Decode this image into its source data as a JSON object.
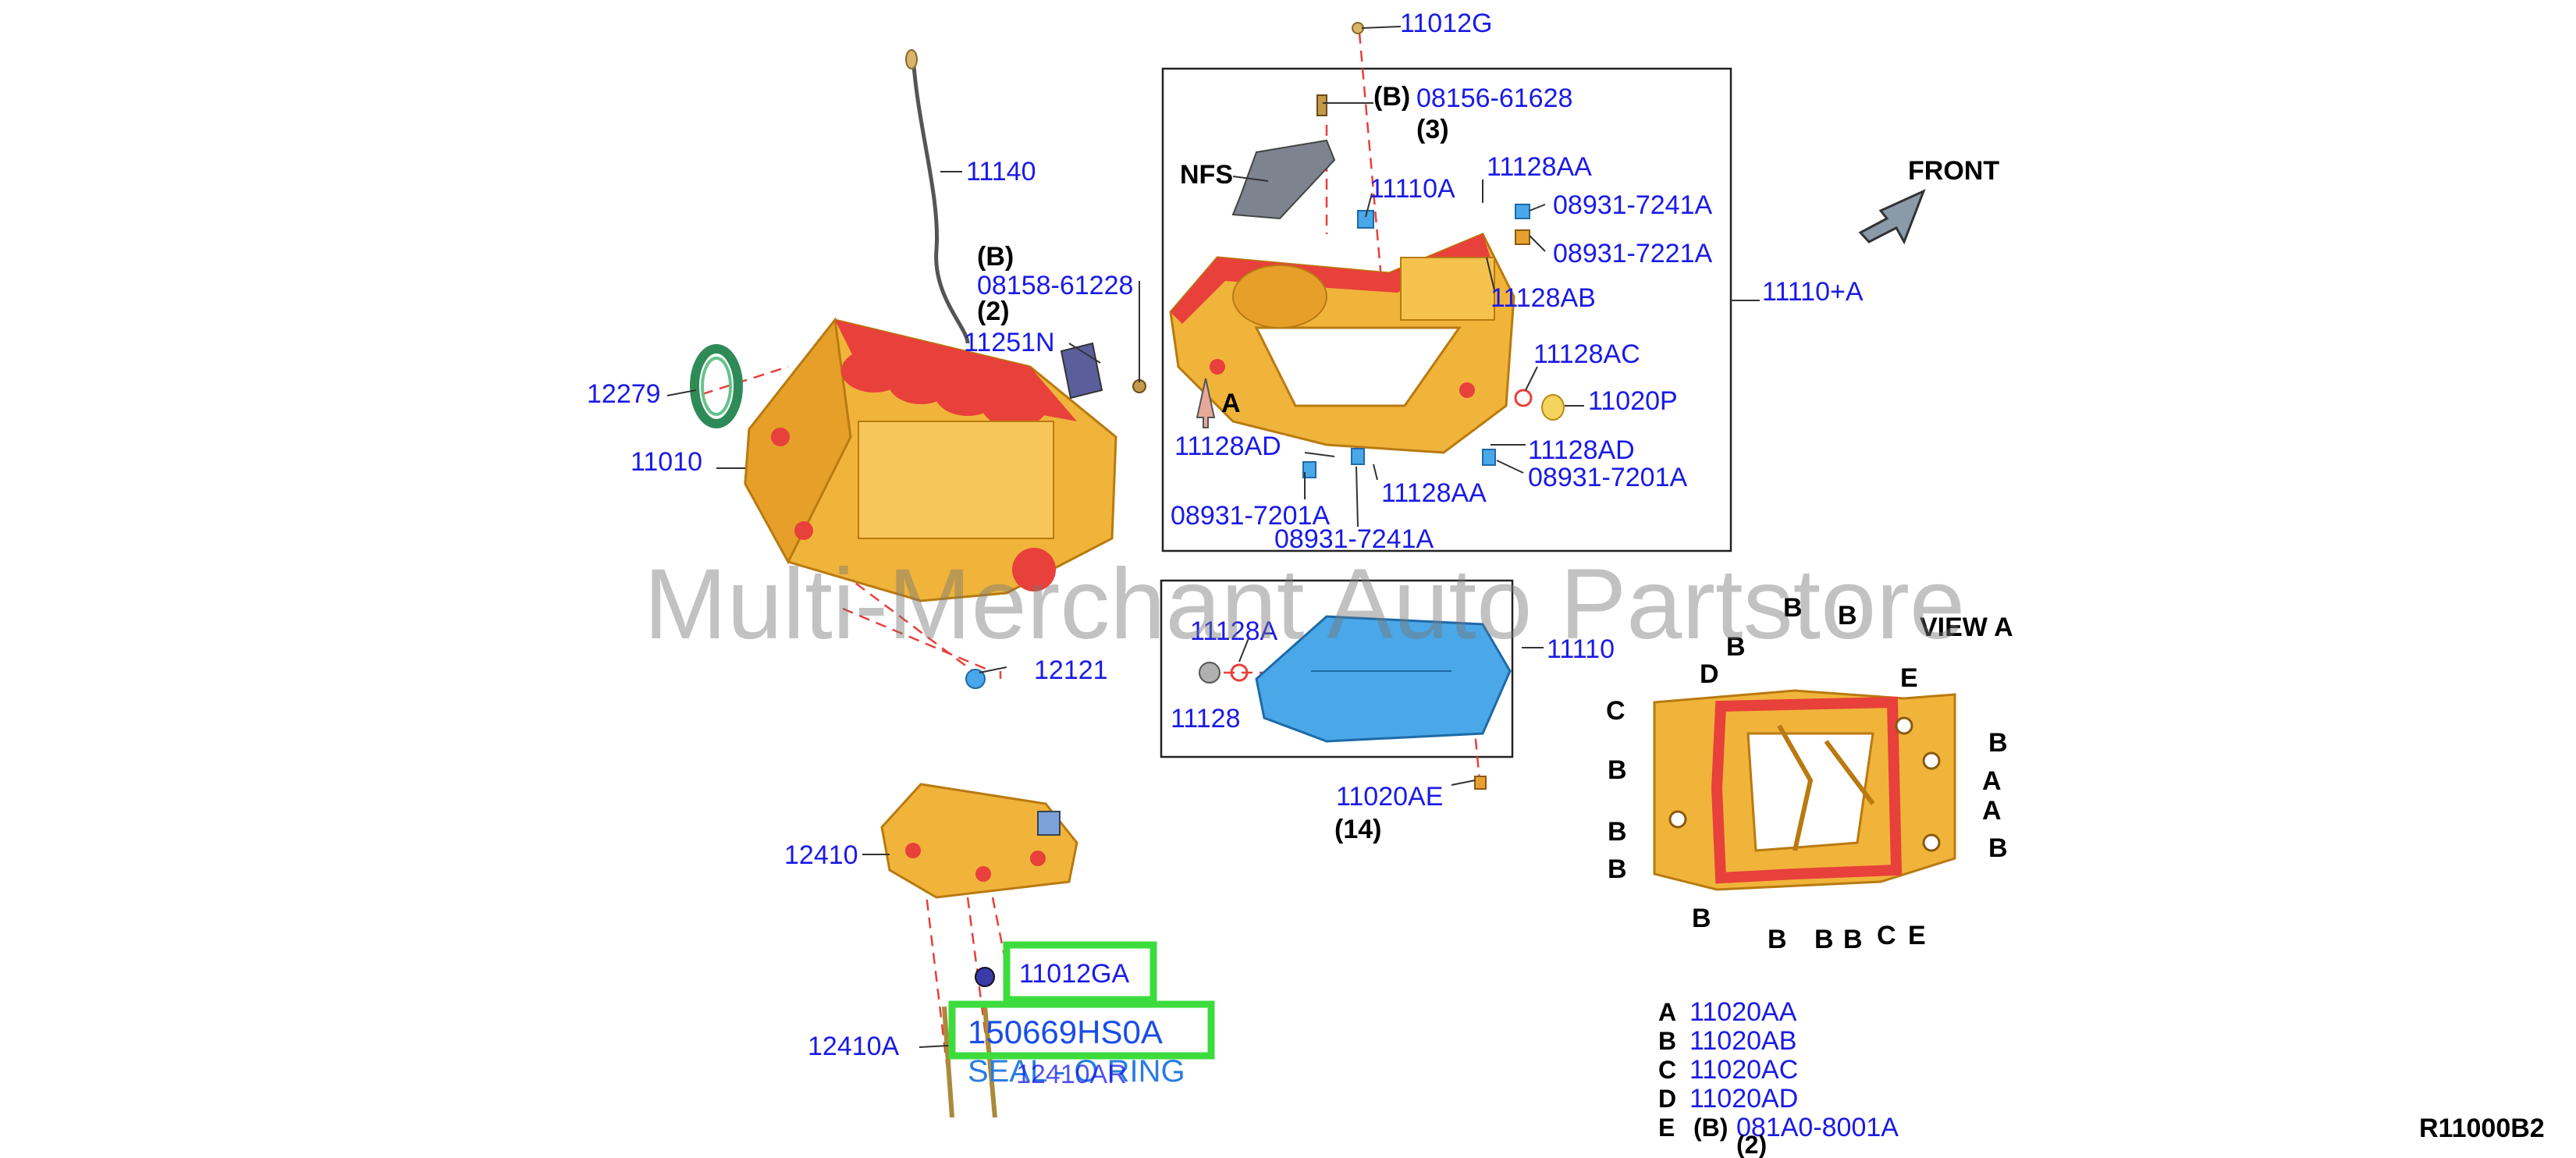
{
  "labels": {
    "p11012g": "11012G",
    "b1": "(B)",
    "p0815661628": "08156-61628",
    "qty3": "(3)",
    "nfs": "NFS",
    "p11110a": "11110A",
    "p11128aa_top": "11128AA",
    "p089317241a_top": "08931-7241A",
    "p089317221a": "08931-7221A",
    "p11128ab": "11128AB",
    "p11110a_plus": "11110+A",
    "p11128ac": "11128AC",
    "p11020p": "11020P",
    "markA": "A",
    "p11128ad_left": "11128AD",
    "p11128ad_right": "11128AD",
    "p11128aa_bot": "11128AA",
    "p089317201a_right": "08931-7201A",
    "p089317201a_left": "08931-7201A",
    "p089317241a_bot": "08931-7241A",
    "p11140": "11140",
    "b2": "(B)",
    "p0815861228": "08158-61228",
    "qty2": "(2)",
    "p11251n": "11251N",
    "p12279": "12279",
    "p11010": "11010",
    "p12121": "12121",
    "p11128a": "11128A",
    "p11128": "11128",
    "p11110": "11110",
    "p11020ae": "11020AE",
    "qty14": "(14)",
    "p12410": "12410",
    "p11012ga": "11012GA",
    "p150669hs0a": "150669HS0A",
    "seal_oring": "SEAL - O RING",
    "p12410a": "12410A",
    "p12410ar": "12410AR",
    "front": "FRONT",
    "view_a": "VIEW A",
    "diagram_code": "R11000B2",
    "watermark": "Multi-Merchant Auto Partstore"
  },
  "view_a_letters": {
    "B": "B",
    "C": "C",
    "D": "D",
    "E": "E",
    "A": "A"
  },
  "legend": [
    {
      "key": "A",
      "part": "11020AA"
    },
    {
      "key": "B",
      "part": "11020AB"
    },
    {
      "key": "C",
      "part": "11020AC"
    },
    {
      "key": "D",
      "part": "11020AD"
    },
    {
      "key": "E",
      "prefix": "(B)",
      "part": "081A0-8001A",
      "qty": "(2)"
    }
  ],
  "colors": {
    "callout": "#1a1ae6",
    "highlight": "#3ddc3d",
    "casting": "#f0b43a",
    "gasket": "#e8403a",
    "oil_pan": "#4aa8e8"
  }
}
